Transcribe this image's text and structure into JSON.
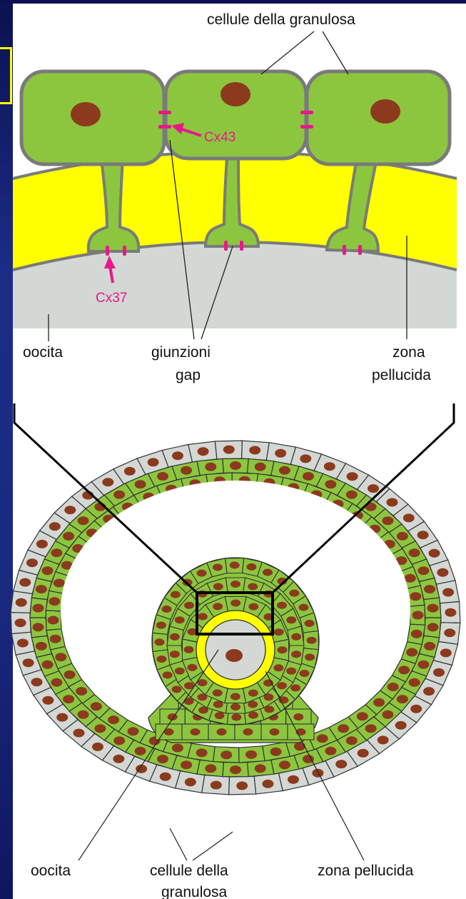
{
  "labels": {
    "top_granulosa": "cellule della granulosa",
    "cx43": "Cx43",
    "cx37": "Cx37",
    "top_oocita": "oocita",
    "giunzioni": "giunzioni",
    "gap": "gap",
    "zona": "zona",
    "pellucida": "pellucida",
    "bottom_oocita": "oocita",
    "bottom_granulosa_line1": "cellule della",
    "bottom_granulosa_line2": "granulosa",
    "bottom_zona_pellucida": "zona pellucida"
  },
  "colors": {
    "background": "#1c2c86",
    "panel": "#ffffff",
    "granulosa_green": "#8cc63f",
    "cell_outline": "#7a7a7a",
    "nucleus": "#8b3a1e",
    "zona_yellow": "#ffff00",
    "oocyte_gray": "#d3d8d4",
    "gap_junction_magenta": "#e8188a",
    "theca_gray": "#d3d8d4"
  }
}
